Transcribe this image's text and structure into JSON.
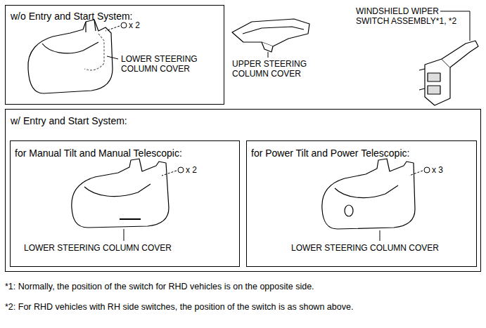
{
  "diagram": {
    "nodes": [
      {
        "text": [
          "w/o Entry and Start System:",
          "x 2",
          "LOWER STEERING COLUMN COVER"
        ]
      },
      {
        "text": [
          "w/ Entry and Start System:"
        ]
      },
      {
        "text": [
          "for Manual Tilt and Manual Telescopic:",
          "x 2",
          "LOWER STEERING COLUMN COVER"
        ],
        "in": 1
      },
      {
        "text": [
          "for Power Tilt and Power Telescopic:",
          "x 3",
          "LOWER STEERING COLUMN COVER"
        ],
        "in": 1
      }
    ],
    "labels": [
      "UPPER STEERING COLUMN COVER",
      "WINDSHIELD WIPER SWITCH ASSEMBLY*1, *2",
      "*1: Normally, the position of the switch for RHD vehicles is on the opposite side.",
      "*2: For RHD vehicles with RH side switches, the position of the switch is as shown above."
    ]
  }
}
